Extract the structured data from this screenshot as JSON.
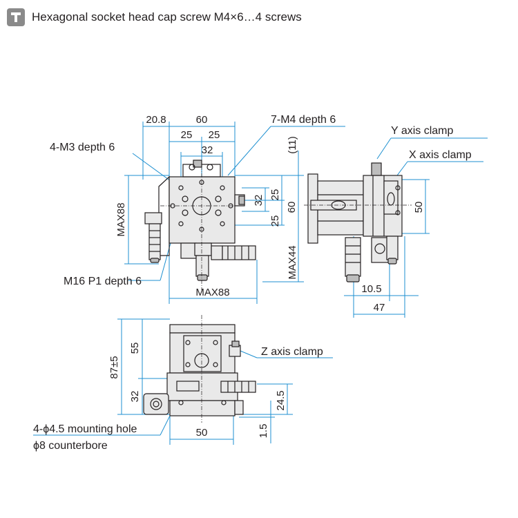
{
  "note": {
    "text": "Hexagonal socket head cap screw M4×6…4 screws",
    "icon": "screw-icon",
    "icon_color": "#8a8a8a"
  },
  "top_view": {
    "dims": {
      "w_20_8": "20.8",
      "w_60": "60",
      "w_25_left": "25",
      "w_25_right": "25",
      "w_32": "32",
      "max88_h": "MAX88",
      "max88_w": "MAX88",
      "h_11": "(11)",
      "h_32": "32",
      "h_25_top": "25",
      "h_25_bottom": "25",
      "h_60": "60",
      "max44": "MAX44"
    },
    "callouts": {
      "m3": "4-M3 depth 6",
      "m4": "7-M4 depth 6",
      "m16": "M16 P1 depth 6"
    }
  },
  "side_view": {
    "dims": {
      "h_50": "50",
      "w_10_5": "10.5",
      "w_47": "47"
    },
    "callouts": {
      "y_clamp": "Y axis clamp",
      "x_clamp": "X axis clamp"
    }
  },
  "front_view": {
    "dims": {
      "h_87": "87±5",
      "h_55": "55",
      "h_32": "32",
      "h_24_5": "24.5",
      "h_1_5": "1.5",
      "w_50": "50"
    },
    "callouts": {
      "z_clamp": "Z axis clamp",
      "mount_hole": "4-ϕ4.5 mounting hole",
      "counterbore": "ϕ8 counterbore"
    }
  },
  "colors": {
    "dimension_line": "#1c8fd0",
    "part_line": "#231f20",
    "text": "#231f20"
  }
}
